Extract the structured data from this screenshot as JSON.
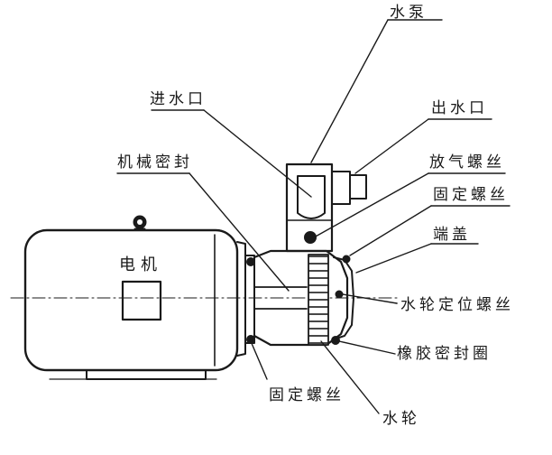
{
  "labels": {
    "pump": "水泵",
    "water_inlet": "进水口",
    "water_outlet": "出水口",
    "mechanical_seal": "机械密封",
    "vent_screw": "放气螺丝",
    "fixing_screw_top": "固定螺丝",
    "end_cover": "端盖",
    "impeller_locating_screw": "水轮定位螺丝",
    "rubber_seal_ring": "橡胶密封圈",
    "fixing_screw_bottom": "固定螺丝",
    "impeller": "水轮",
    "motor": "电机"
  },
  "colors": {
    "line": "#1a1a1a",
    "background": "#ffffff"
  }
}
